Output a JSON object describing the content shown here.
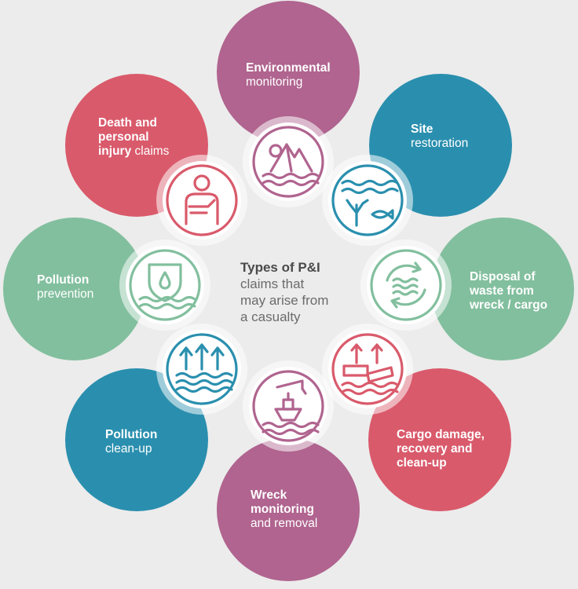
{
  "center": {
    "title": "Types of P&I",
    "lines": [
      "claims that",
      "may arise from",
      "a casualty"
    ]
  },
  "colors": {
    "purple": "#b0648f",
    "teal": "#2a8fae",
    "green": "#82bf9e",
    "red": "#d95a6b",
    "background": "#ececec"
  },
  "items": [
    {
      "id": "environmental-monitoring",
      "color": "#b0648f",
      "icon": "mountains-sun-waves-icon",
      "lines": [
        {
          "bold": "Environmental",
          "rest": ""
        },
        {
          "bold": "",
          "rest": "monitoring"
        }
      ]
    },
    {
      "id": "site-restoration",
      "color": "#2a8fae",
      "icon": "waves-coral-fish-icon",
      "lines": [
        {
          "bold": "Site",
          "rest": ""
        },
        {
          "bold": "",
          "rest": "restoration"
        }
      ]
    },
    {
      "id": "disposal-of-waste",
      "color": "#82bf9e",
      "icon": "recycle-arrows-waves-icon",
      "lines": [
        {
          "bold": "Disposal of",
          "rest": ""
        },
        {
          "bold": "waste from",
          "rest": ""
        },
        {
          "bold": "wreck / cargo",
          "rest": ""
        }
      ]
    },
    {
      "id": "cargo-damage",
      "color": "#d95a6b",
      "icon": "floating-cargo-icon",
      "lines": [
        {
          "bold": "Cargo damage,",
          "rest": ""
        },
        {
          "bold": "recovery and",
          "rest": ""
        },
        {
          "bold": "clean-up",
          "rest": ""
        }
      ]
    },
    {
      "id": "wreck-monitoring",
      "color": "#b0648f",
      "icon": "ship-crane-icon",
      "lines": [
        {
          "bold": "Wreck",
          "rest": ""
        },
        {
          "bold": "monitoring",
          "rest": ""
        },
        {
          "bold": "",
          "rest": "and removal"
        }
      ]
    },
    {
      "id": "pollution-cleanup",
      "color": "#2a8fae",
      "icon": "waves-up-arrows-icon",
      "lines": [
        {
          "bold": "Pollution",
          "rest": ""
        },
        {
          "bold": "",
          "rest": "clean-up"
        }
      ]
    },
    {
      "id": "pollution-prevention",
      "color": "#82bf9e",
      "icon": "shield-drop-icon",
      "lines": [
        {
          "bold": "Pollution",
          "rest": ""
        },
        {
          "bold": "",
          "rest": "prevention"
        }
      ]
    },
    {
      "id": "death-injury",
      "color": "#d95a6b",
      "icon": "injured-person-icon",
      "lines": [
        {
          "bold": "Death and",
          "rest": ""
        },
        {
          "bold": "personal",
          "rest": ""
        },
        {
          "bold": "injury",
          "rest": " claims"
        }
      ]
    }
  ]
}
